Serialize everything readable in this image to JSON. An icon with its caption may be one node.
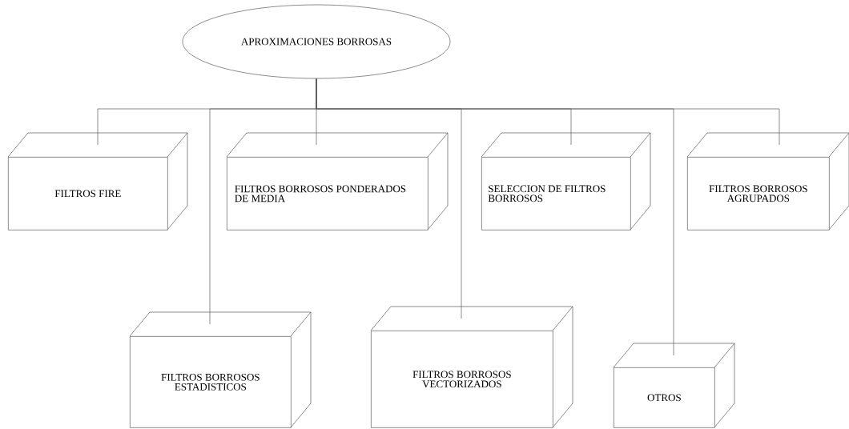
{
  "diagram": {
    "nodes": [
      {
        "text": [
          "APROXIMACIONES BORROSAS"
        ]
      },
      {
        "text": [
          "FILTROS FIRE"
        ]
      },
      {
        "text": [
          "FILTROS BORROSOS PONDERADOS DE MEDIA"
        ]
      },
      {
        "text": [
          "SELECCION DE FILTROS BORROSOS"
        ]
      },
      {
        "text": [
          "FILTROS BORROSOS AGRUPADOS"
        ]
      },
      {
        "text": [
          "FILTROS BORROSOS ESTADISTICOS"
        ]
      },
      {
        "text": [
          "FILTROS BORROSOS VECTORIZADOS"
        ]
      },
      {
        "text": [
          "OTROS"
        ]
      }
    ],
    "edges": [
      {
        "from": 0,
        "to": 1,
        "arrow": "none"
      },
      {
        "from": 0,
        "to": 2,
        "arrow": "none"
      },
      {
        "from": 0,
        "to": 3,
        "arrow": "none"
      },
      {
        "from": 0,
        "to": 4,
        "arrow": "none"
      },
      {
        "from": 0,
        "to": 5,
        "arrow": "none"
      },
      {
        "from": 0,
        "to": 6,
        "arrow": "none"
      },
      {
        "from": 0,
        "to": 7,
        "arrow": "none"
      }
    ]
  }
}
